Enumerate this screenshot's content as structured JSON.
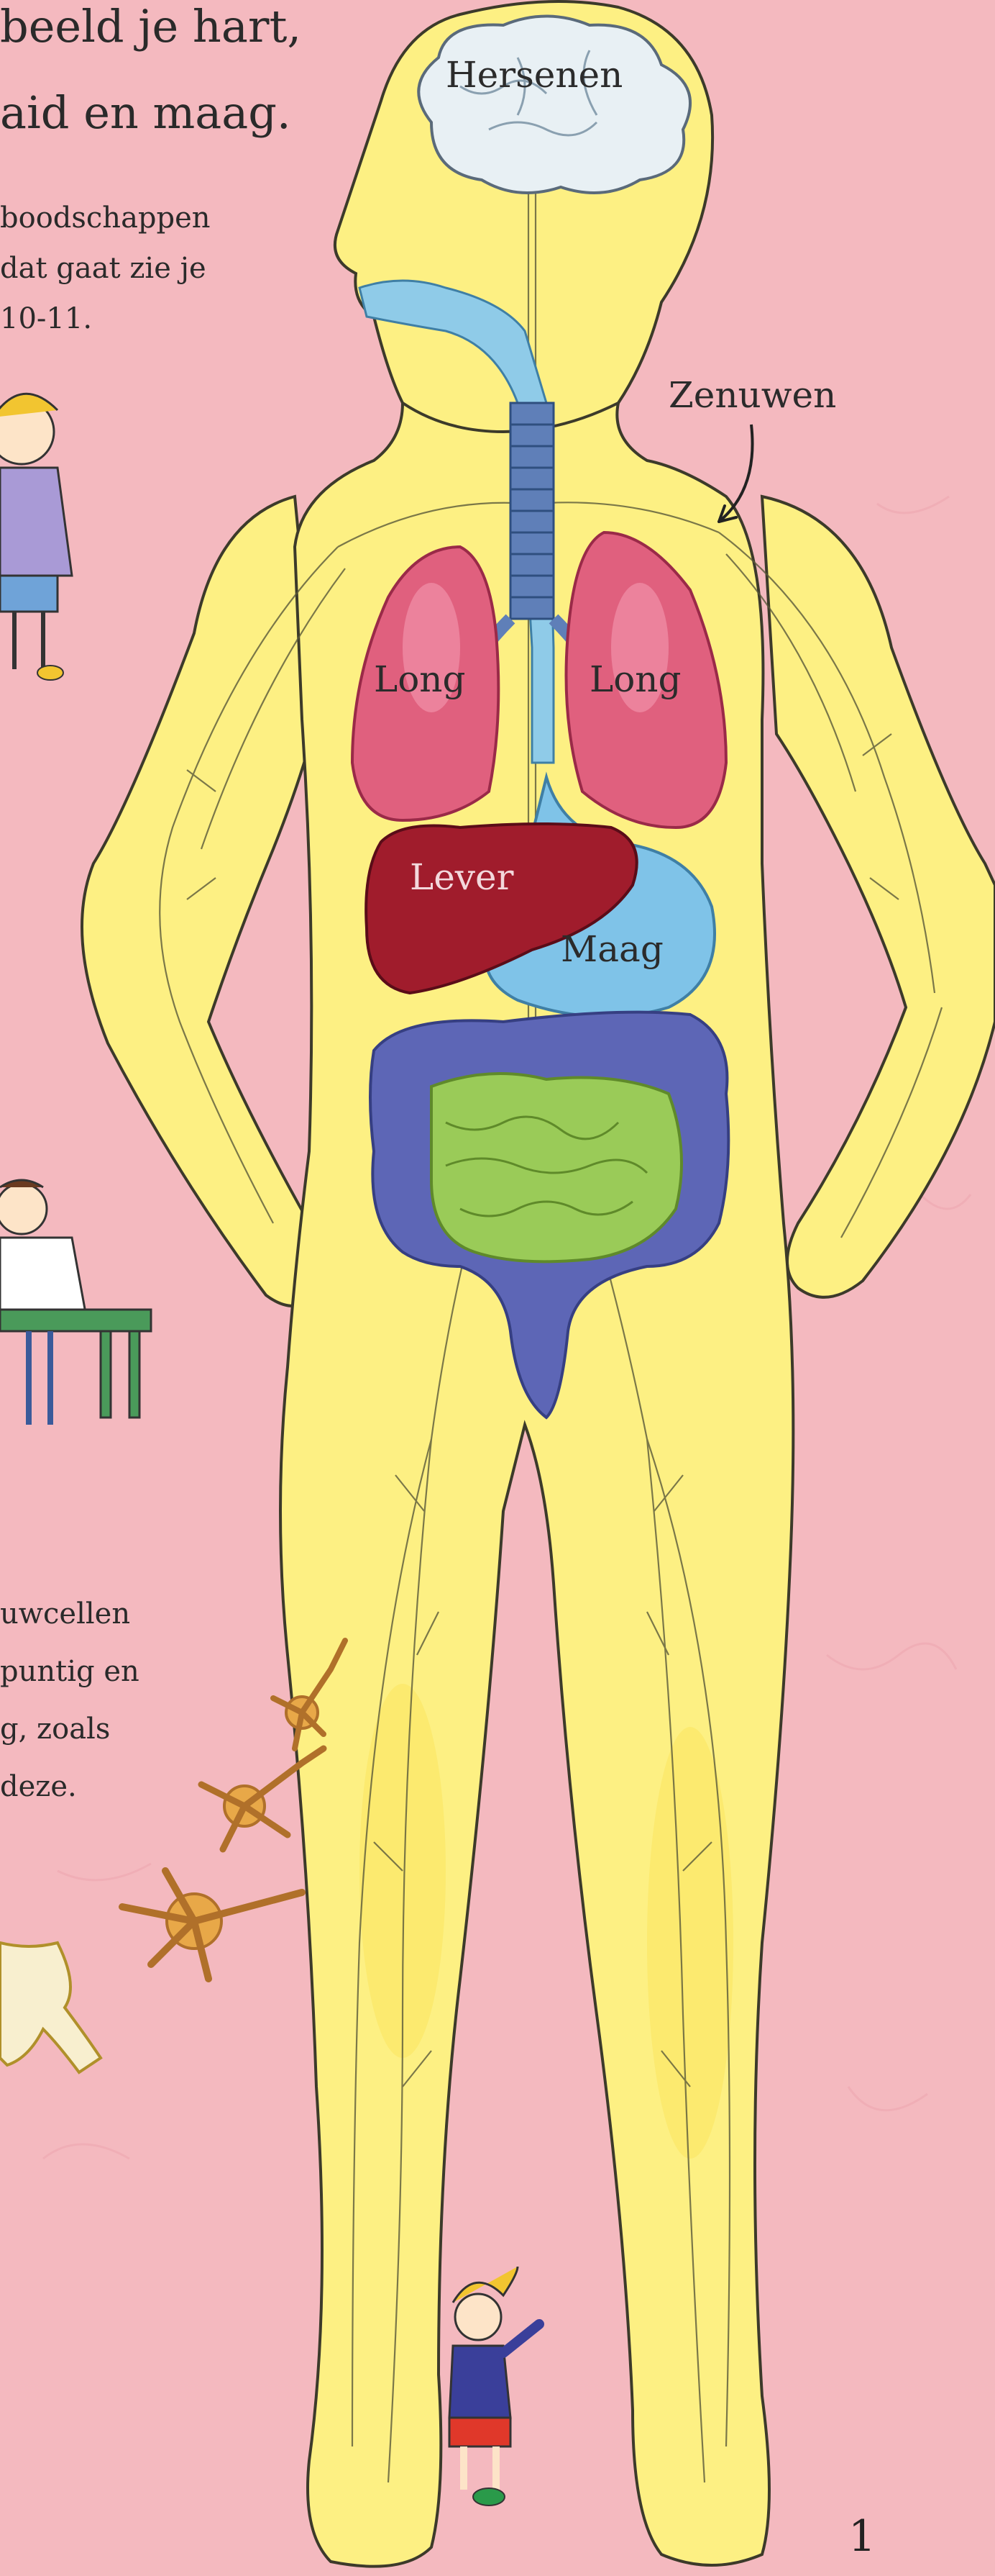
{
  "text_left": {
    "heading_lines": [
      "beeld je hart,",
      "aid en maag."
    ],
    "para1_lines": [
      "boodschappen",
      "dat gaat zie je",
      "10-11."
    ],
    "para2_lines": [
      "uwcellen",
      "puntig en",
      "g, zoals",
      "deze."
    ]
  },
  "labels": {
    "brain": "Hersenen",
    "nerves": "Zenuwen",
    "lung_left": "Long",
    "lung_right": "Long",
    "liver": "Lever",
    "stomach": "Maag"
  },
  "page_number": "1",
  "colors": {
    "background": "#f4b9bf",
    "body": "#fdf083",
    "body_outline": "#3c3a2a",
    "brain": "#e8f0f4",
    "lungs": "#e0607e",
    "liver": "#a01c2c",
    "stomach": "#7fc3e8",
    "large_intestine": "#5d66b6",
    "small_intestine": "#9acb58",
    "nerve_cells": "#e8a848"
  }
}
